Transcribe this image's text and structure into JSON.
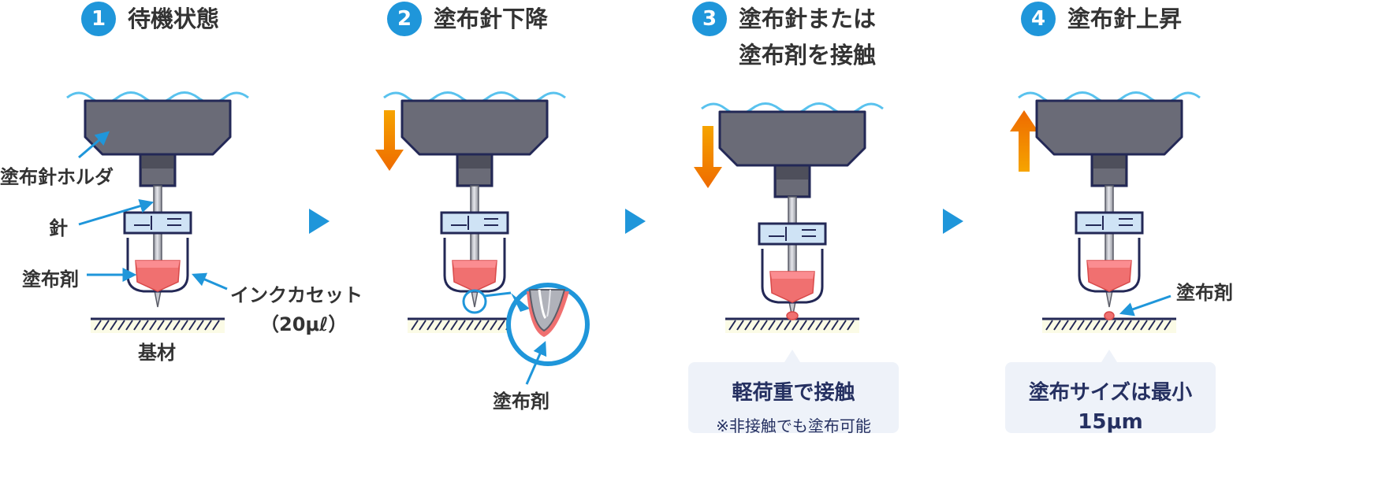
{
  "steps": [
    {
      "number": "1",
      "title_lines": [
        "待機状態"
      ]
    },
    {
      "number": "2",
      "title_lines": [
        "塗布針下降"
      ]
    },
    {
      "number": "3",
      "title_lines": [
        "塗布針または",
        "塗布剤を接触"
      ]
    },
    {
      "number": "4",
      "title_lines": [
        "塗布針上昇"
      ]
    }
  ],
  "labels": {
    "holder": "塗布針ホルダ",
    "needle": "針",
    "agent": "塗布剤",
    "ink_cassette": "インクカセット",
    "ink_volume": "（20μℓ）",
    "substrate": "基材",
    "step2_agent": "塗布剤",
    "step4_agent": "塗布剤"
  },
  "callouts": {
    "step3_main": "軽荷重で接触",
    "step3_sub": "※非接触でも塗布可能",
    "step4_main": "塗布サイズは最小",
    "step4_sub": "15μm"
  },
  "colors": {
    "accent_blue": "#1f96da",
    "holder_gray": "#6a6b77",
    "outline_navy": "#232856",
    "agent_red": "#f07070",
    "arrow_orange": "#f08a00",
    "cassette_light": "#cfe3f5",
    "callout_bg": "#eef2f9"
  }
}
